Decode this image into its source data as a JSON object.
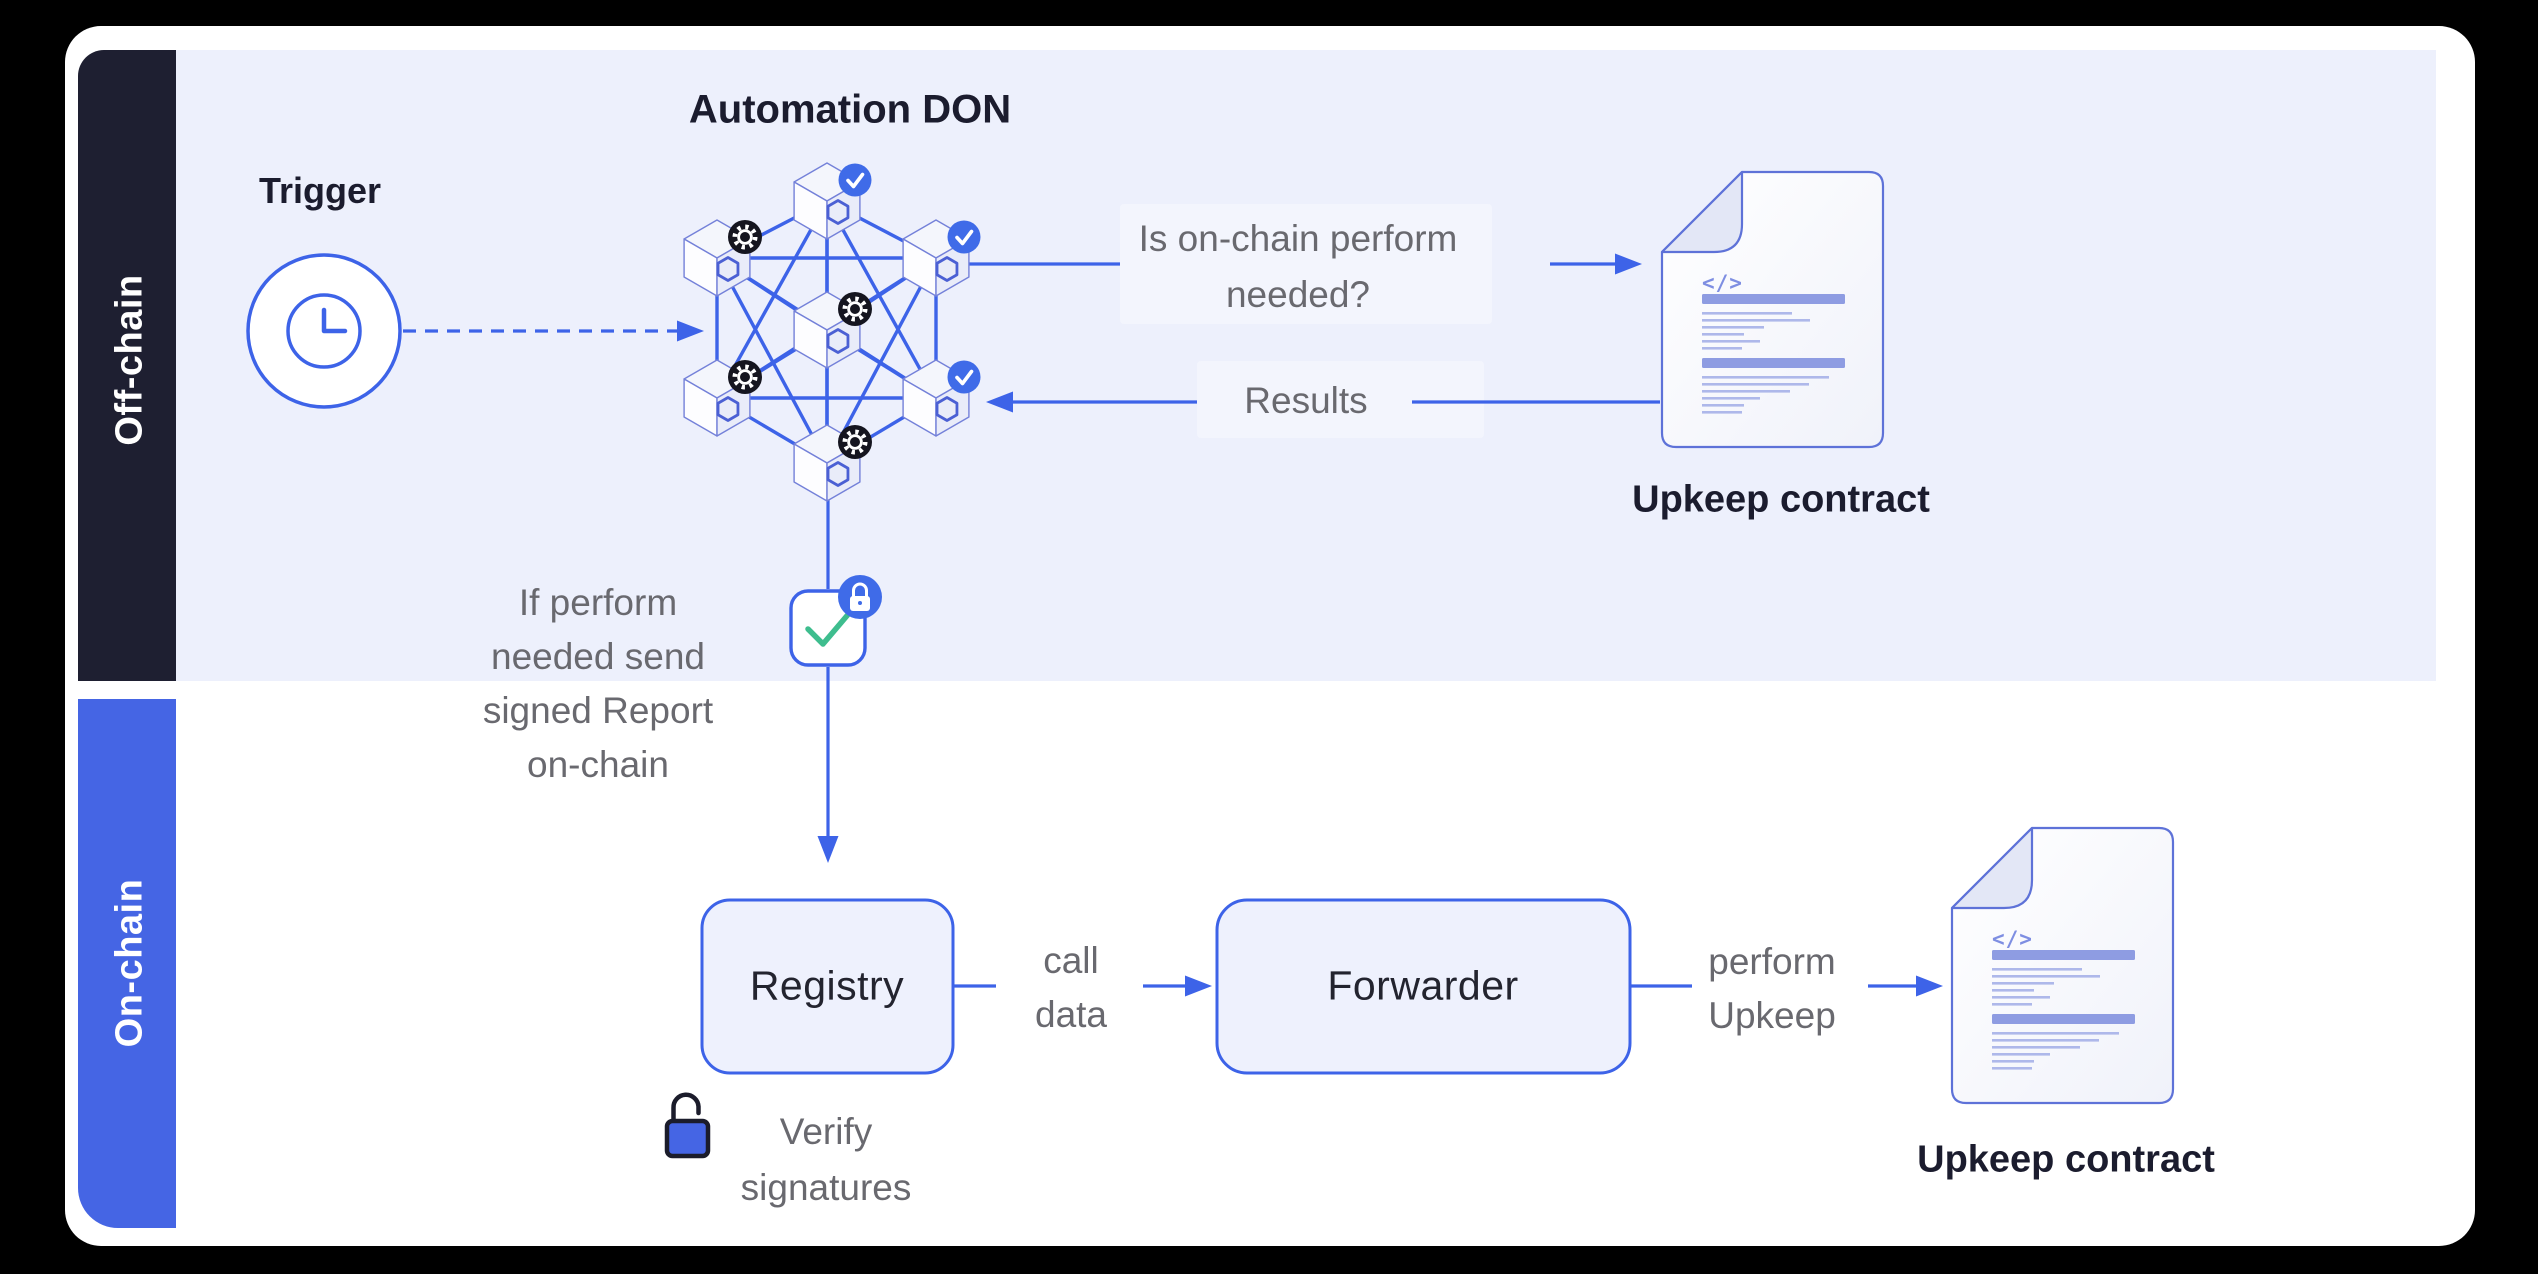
{
  "colors": {
    "accent_blue": "#3d63e8",
    "badge_blue": "#3f6be8",
    "badge_dark": "#15151f",
    "sidebar_blue": "#4565e4",
    "sidebar_dark": "#1e1f31",
    "offchain_band": "#edf0fc",
    "label_box": "#f3f5fd",
    "text_dark": "#1b1c2e",
    "text_gray": "#69696f",
    "check_green": "#3ebd8e",
    "doc_border": "#5e72d8",
    "doc_fold": "#e3e7f6",
    "doc_bar": "#8e9ce2",
    "doc_line": "#aeb8ea",
    "node_stroke": "#7481d9",
    "node_glyph": "#4b60d4",
    "box_fill": "#eef1fd",
    "lock_outline": "#1b1c2b"
  },
  "sections": {
    "off_chain_label": "Off-chain",
    "on_chain_label": "On-chain"
  },
  "trigger": {
    "label": "Trigger"
  },
  "don": {
    "title": "Automation DON",
    "nodes": [
      {
        "badge": "check"
      },
      {
        "badge": "gear"
      },
      {
        "badge": "check"
      },
      {
        "badge": "gear"
      },
      {
        "badge": "gear"
      },
      {
        "badge": "check"
      },
      {
        "badge": "gear"
      }
    ]
  },
  "flow_labels": {
    "question": [
      "Is on-chain perform",
      "needed?"
    ],
    "results": "Results",
    "if_perform": [
      "If perform",
      "needed send",
      "signed Report",
      "on-chain"
    ],
    "call_data": [
      "call",
      "data"
    ],
    "perform_upkeep": [
      "perform",
      "Upkeep"
    ],
    "verify_signatures": [
      "Verify",
      "signatures"
    ]
  },
  "boxes": {
    "registry_label": "Registry",
    "forwarder_label": "Forwarder"
  },
  "contracts": {
    "top_label": "Upkeep contract",
    "bottom_label": "Upkeep contract",
    "code_glyph": "</>"
  }
}
